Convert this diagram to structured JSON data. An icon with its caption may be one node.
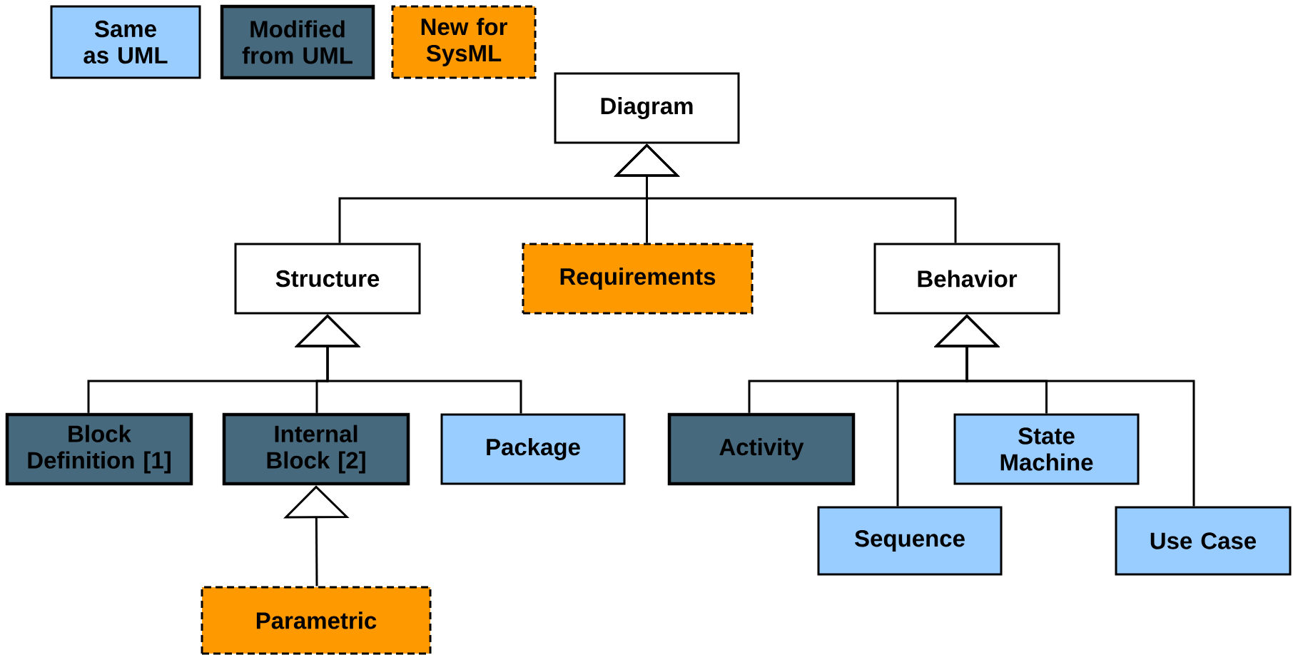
{
  "diagram": {
    "nodes": [
      {
        "text": [
          "Diagram"
        ]
      },
      {
        "text": [
          "Structure"
        ]
      },
      {
        "text": [
          "Requirements"
        ]
      },
      {
        "text": [
          "Behavior"
        ]
      },
      {
        "text": [
          "Block Definition [1]"
        ]
      },
      {
        "text": [
          "Internal Block [2]"
        ]
      },
      {
        "text": [
          "Package"
        ]
      },
      {
        "text": [
          "Activity"
        ]
      },
      {
        "text": [
          "State Machine"
        ]
      },
      {
        "text": [
          "Sequence"
        ]
      },
      {
        "text": [
          "Use Case"
        ]
      },
      {
        "text": [
          "Parametric"
        ]
      }
    ],
    "edges": [
      {
        "from": 1,
        "to": 0,
        "arrow": "to"
      },
      {
        "from": 2,
        "to": 0,
        "arrow": "to"
      },
      {
        "from": 3,
        "to": 0,
        "arrow": "to"
      },
      {
        "from": 4,
        "to": 1,
        "arrow": "to"
      },
      {
        "from": 5,
        "to": 1,
        "arrow": "to"
      },
      {
        "from": 6,
        "to": 1,
        "arrow": "to"
      },
      {
        "from": 7,
        "to": 3,
        "arrow": "to"
      },
      {
        "from": 9,
        "to": 3,
        "arrow": "to"
      },
      {
        "from": 8,
        "to": 3,
        "arrow": "to"
      },
      {
        "from": 10,
        "to": 3,
        "arrow": "to"
      },
      {
        "from": 11,
        "to": 5,
        "arrow": "to"
      }
    ],
    "legend": [
      {
        "text": "Same as UML",
        "color": "#99ccff"
      },
      {
        "text": "Modified from UML",
        "color": "#46697e"
      },
      {
        "text": "New for SysML",
        "color": "#ff9900"
      }
    ]
  }
}
